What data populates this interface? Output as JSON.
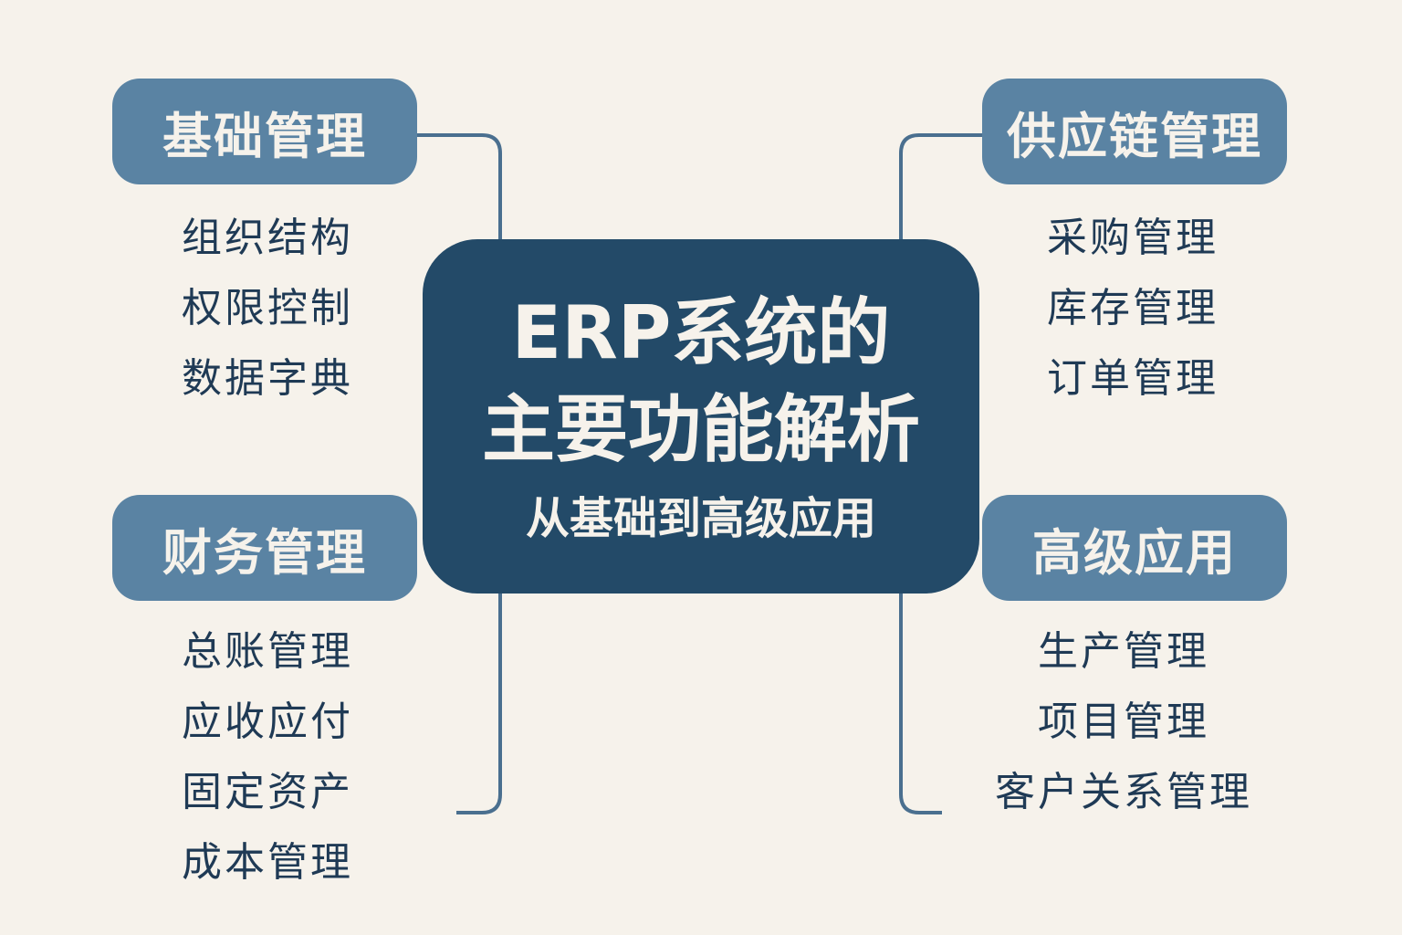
{
  "center": {
    "title_line1": "ERP系统的",
    "title_line2": "主要功能解析",
    "subtitle": "从基础到高级应用"
  },
  "branches": [
    {
      "title": "基础管理",
      "items": [
        "组织结构",
        "权限控制",
        "数据字典"
      ]
    },
    {
      "title": "供应链管理",
      "items": [
        "采购管理",
        "库存管理",
        "订单管理"
      ]
    },
    {
      "title": "财务管理",
      "items": [
        "总账管理",
        "应收应付",
        "固定资产",
        "成本管理"
      ]
    },
    {
      "title": "高级应用",
      "items": [
        "生产管理",
        "项目管理",
        "客户关系管理"
      ]
    }
  ],
  "colors": {
    "background": "#f6f2eb",
    "center": "#234a68",
    "pill": "#5a83a3",
    "text": "#1f3a55",
    "line": "#4a6f8f"
  }
}
